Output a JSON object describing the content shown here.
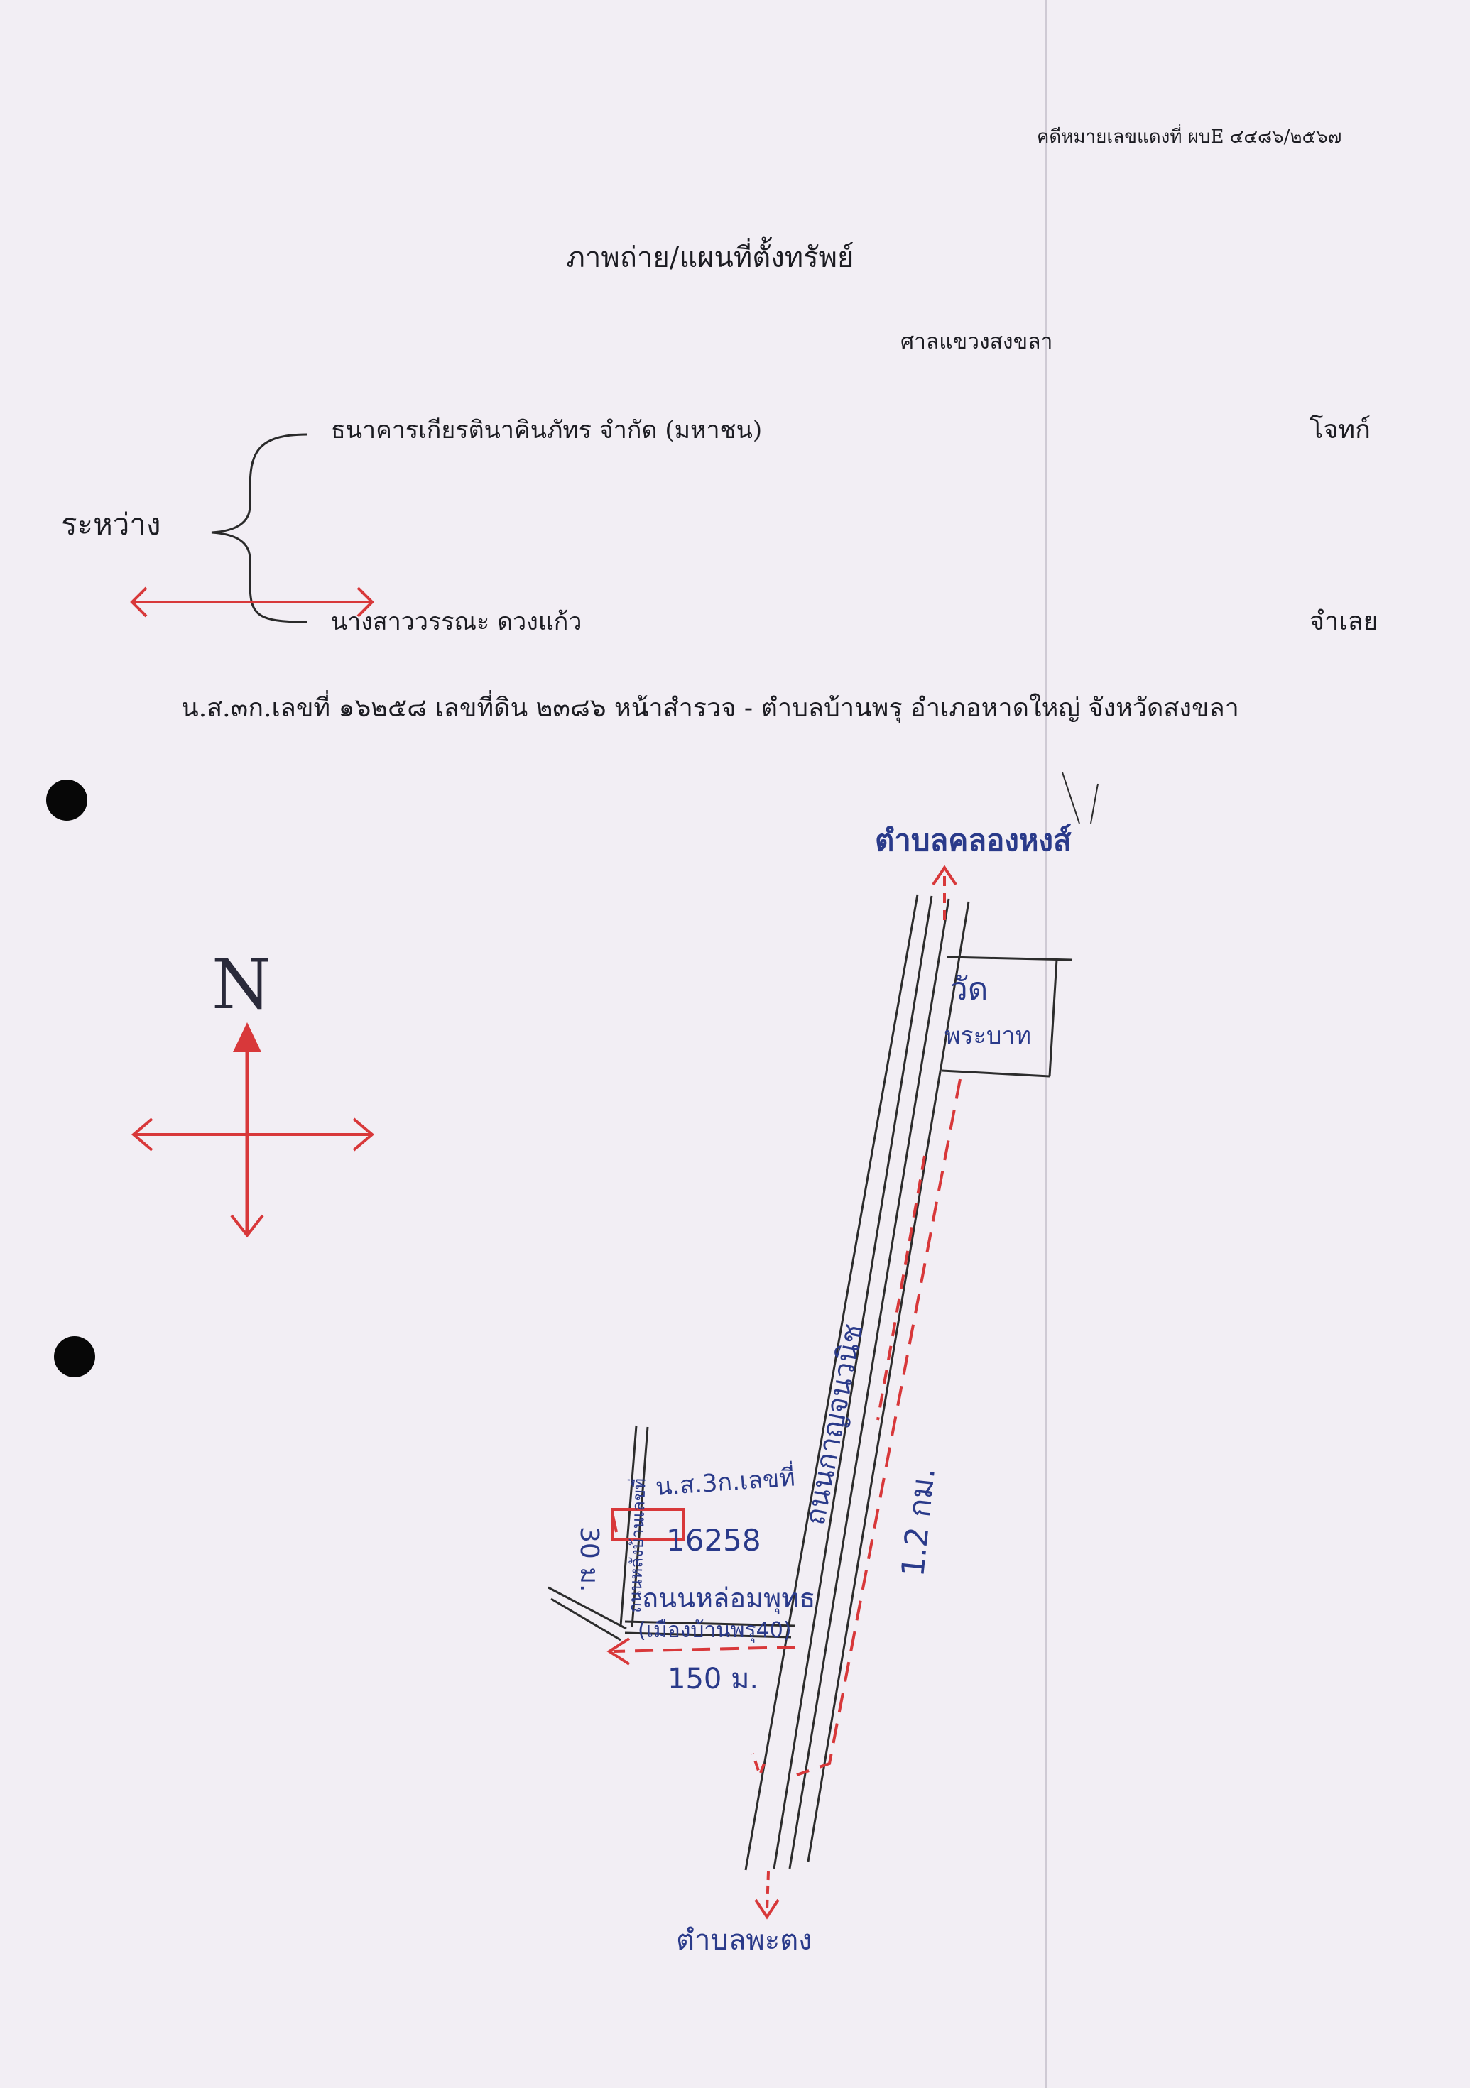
{
  "document": {
    "case_number": "คดีหมายเลขแดงที่ ผบE ๔๔๘๖/๒๕๖๗",
    "title": "ภาพถ่าย/แผนที่ตั้งทรัพย์",
    "court": "ศาลแขวงสงขลา",
    "between_label": "ระหว่าง",
    "plaintiff": "ธนาคารเกียรตินาคินภัทร จำกัด (มหาชน)",
    "plaintiff_role": "โจทก์",
    "defendant": "นางสาววรรณะ ดวงแก้ว",
    "defendant_role": "จำเลย",
    "deed_line": "น.ส.๓ก.เลขที่ ๑๖๒๕๘ เลขที่ดิน ๒๓๘๖ หน้าสำรวจ - ตำบลบ้านพรุ อำเภอหาดใหญ่ จังหวัดสงขลา"
  },
  "map": {
    "north_label": "N",
    "to_north": "ตำบลคลองหงส์",
    "temple_line1": "วัด",
    "temple_line2": "พระบาท",
    "main_road": "ถนนกาญจนวนิช",
    "distance_main": "1.2 กม.",
    "deed_label": "น.ส.3ก.เลขที่",
    "deed_number": "16258",
    "side_road": "ถนนหล่อมพุทธ",
    "side_road_sub": "(เมืองบ้านพรุ40)",
    "distance_side": "150 ม.",
    "width_label": "30 ม.",
    "left_road": "ถนนหลังบ้านเลขที่",
    "to_south": "ตำบลพะตง",
    "colors": {
      "ink": "#2a3a8a",
      "pencil": "#2c2c2c",
      "red": "#d8383a"
    }
  }
}
